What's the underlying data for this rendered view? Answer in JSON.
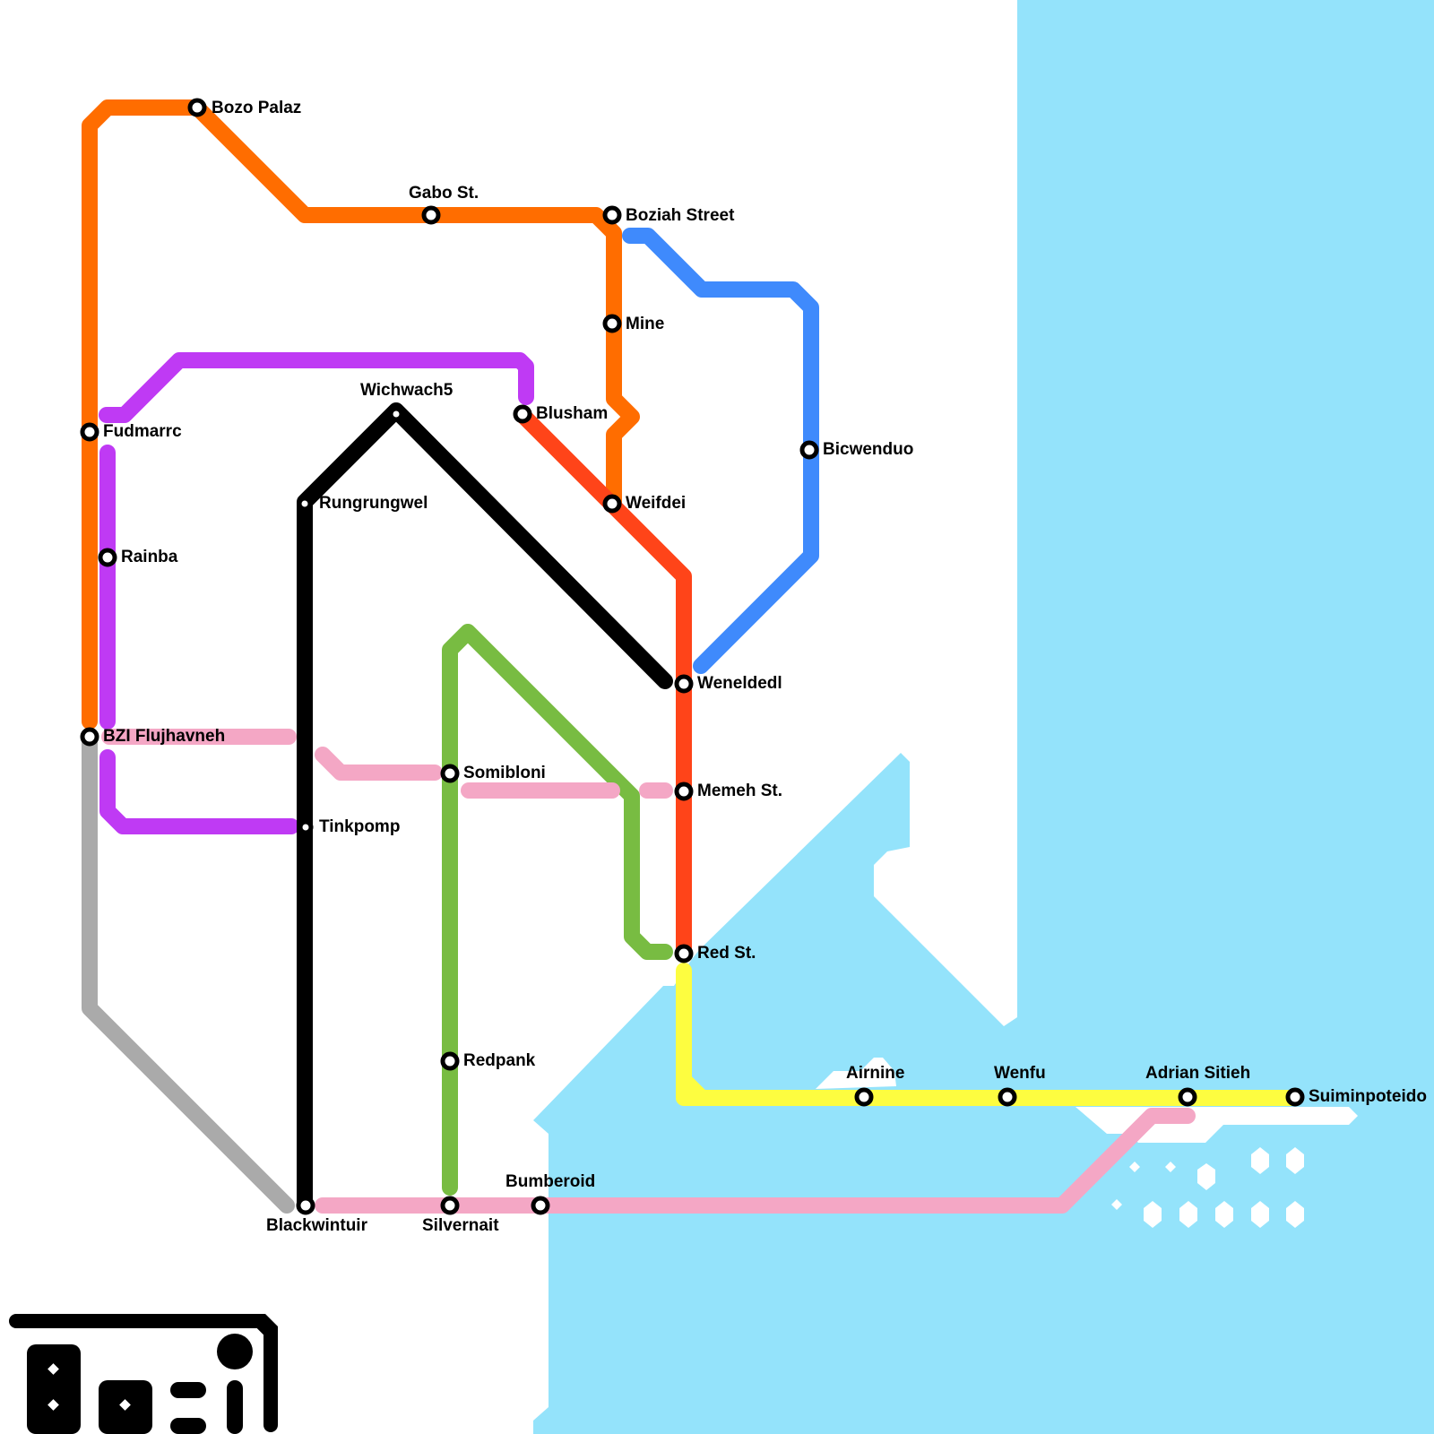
{
  "colors": {
    "water": "#94E3FB",
    "land": "#FFFFFF",
    "orange": "#FF6D00",
    "blue": "#3F8AFC",
    "purple": "#BF3AF4",
    "red": "#FF4419",
    "black": "#000000",
    "green": "#78BC42",
    "pink": "#F4A7C5",
    "yellow": "#FDFD40",
    "grey": "#AAAAAA"
  },
  "lines": [
    {
      "id": "orange",
      "color_key": "orange"
    },
    {
      "id": "blue",
      "color_key": "blue"
    },
    {
      "id": "purple",
      "color_key": "purple"
    },
    {
      "id": "red",
      "color_key": "red"
    },
    {
      "id": "black",
      "color_key": "black"
    },
    {
      "id": "green",
      "color_key": "green"
    },
    {
      "id": "pink",
      "color_key": "pink"
    },
    {
      "id": "yellow",
      "color_key": "yellow"
    },
    {
      "id": "grey",
      "color_key": "grey"
    }
  ],
  "stations": [
    {
      "id": "bozo-palaz",
      "name": "Bozo Palaz"
    },
    {
      "id": "gabo-st",
      "name": "Gabo St."
    },
    {
      "id": "boziah-street",
      "name": "Boziah Street"
    },
    {
      "id": "mine",
      "name": "Mine"
    },
    {
      "id": "wichwach5",
      "name": "Wichwach5"
    },
    {
      "id": "blusham",
      "name": "Blusham"
    },
    {
      "id": "fudmarrc",
      "name": "Fudmarrc"
    },
    {
      "id": "bicwenduo",
      "name": "Bicwenduo"
    },
    {
      "id": "rungrungwel",
      "name": "Rungrungwel"
    },
    {
      "id": "weifdei",
      "name": "Weifdei"
    },
    {
      "id": "rainba",
      "name": "Rainba"
    },
    {
      "id": "weneldedl",
      "name": "Weneldedl"
    },
    {
      "id": "bzi-flujhavneh",
      "name": "BZI Flujhavneh"
    },
    {
      "id": "somibloni",
      "name": "Somibloni"
    },
    {
      "id": "memeh-st",
      "name": "Memeh St."
    },
    {
      "id": "tinkpomp",
      "name": "Tinkpomp"
    },
    {
      "id": "red-st",
      "name": "Red St."
    },
    {
      "id": "redpank",
      "name": "Redpank"
    },
    {
      "id": "airnine",
      "name": "Airnine"
    },
    {
      "id": "wenfu",
      "name": "Wenfu"
    },
    {
      "id": "adrian-sitieh",
      "name": "Adrian Sitieh"
    },
    {
      "id": "suiminpoteido",
      "name": "Suiminpoteido"
    },
    {
      "id": "bumberoid",
      "name": "Bumberoid"
    },
    {
      "id": "blackwintuir",
      "name": "Blackwintuir"
    },
    {
      "id": "silvernait",
      "name": "Silvernait"
    }
  ]
}
